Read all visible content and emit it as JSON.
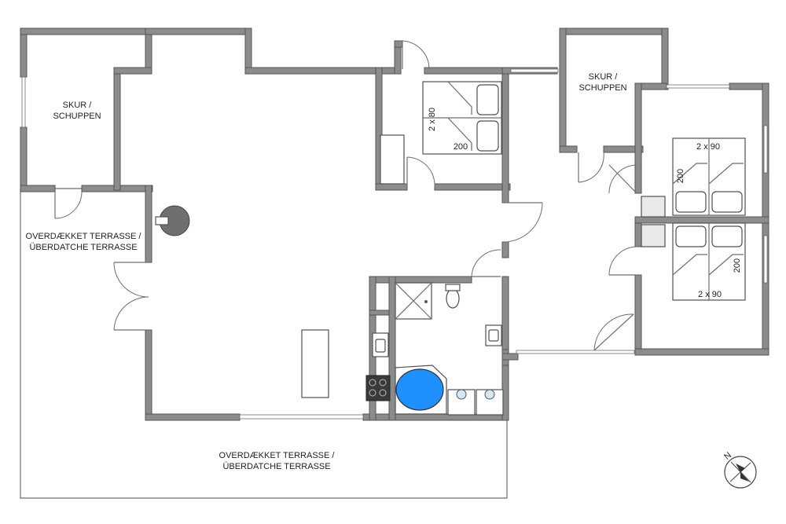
{
  "labels": {
    "shed_left_line1": "SKUR /",
    "shed_left_line2": "SCHUPPEN",
    "shed_right_line1": "SKUR /",
    "shed_right_line2": "SCHUPPEN",
    "terrace_side_line1": "OVERDÆKKET TERRASSE /",
    "terrace_side_line2": "ÜBERDATCHE TERRASSE",
    "terrace_bottom_line1": "OVERDÆKKET TERRASSE /",
    "terrace_bottom_line2": "ÜBERDATCHE TERRASSE"
  },
  "beds": {
    "double_width": "2 x 80",
    "double_length": "200",
    "top_right_width": "2 x 90",
    "top_right_length": "200",
    "bottom_right_width": "2 x 90",
    "bottom_right_length": "200"
  },
  "compass": {
    "north_letter": "N"
  },
  "colors": {
    "wall": "#8c8c8c",
    "bathtub": "#1e90ff",
    "stove": "#3a3a3a",
    "fireplace": "#6f6f6f"
  }
}
